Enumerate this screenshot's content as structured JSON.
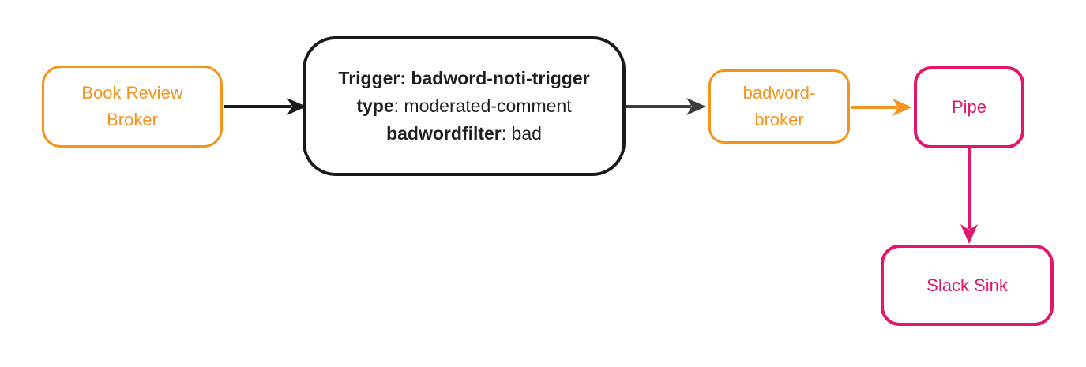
{
  "colors": {
    "orange": "#F3941E",
    "pink": "#E0176C",
    "ink": "#1A1A1A",
    "arrow-gray": "#3D3D3D"
  },
  "diagram": {
    "nodes": {
      "source": {
        "label": "Book Review Broker"
      },
      "trigger": {
        "line1_bold": "Trigger: badword-noti-trigger",
        "line2_bold": "type",
        "line2_rest": ": moderated-comment",
        "line3_bold": "badwordfilter",
        "line3_rest": ": bad"
      },
      "broker": {
        "label": "badword-broker"
      },
      "pipe": {
        "label": "Pipe"
      },
      "sink": {
        "label": "Slack Sink"
      }
    },
    "edges": [
      {
        "from": "source",
        "to": "trigger",
        "color_key": "ink"
      },
      {
        "from": "trigger",
        "to": "broker",
        "color_key": "arrow-gray"
      },
      {
        "from": "broker",
        "to": "pipe",
        "color_key": "orange"
      },
      {
        "from": "pipe",
        "to": "sink",
        "color_key": "pink"
      }
    ]
  }
}
